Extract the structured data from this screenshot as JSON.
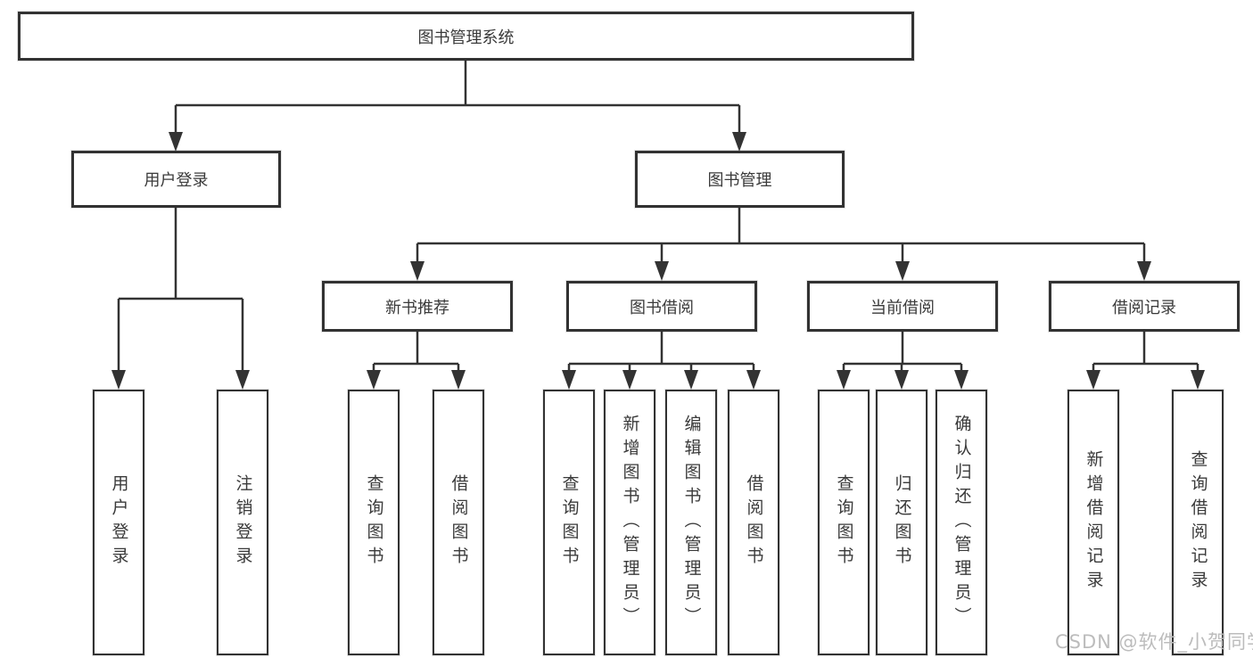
{
  "diagram": {
    "tree": {
      "label": "图书管理系统",
      "children": [
        {
          "label": "用户登录",
          "children": [
            {
              "label": "用户登录"
            },
            {
              "label": "注销登录"
            }
          ]
        },
        {
          "label": "图书管理",
          "children": [
            {
              "label": "新书推荐",
              "children": [
                {
                  "label": "查询图书"
                },
                {
                  "label": "借阅图书"
                }
              ]
            },
            {
              "label": "图书借阅",
              "children": [
                {
                  "label": "查询图书"
                },
                {
                  "label": "新增图书（管理员）"
                },
                {
                  "label": "编辑图书（管理员）"
                },
                {
                  "label": "借阅图书"
                }
              ]
            },
            {
              "label": "当前借阅",
              "children": [
                {
                  "label": "查询图书"
                },
                {
                  "label": "归还图书"
                },
                {
                  "label": "确认归还（管理员）"
                }
              ]
            },
            {
              "label": "借阅记录",
              "children": [
                {
                  "label": "新增借阅记录"
                },
                {
                  "label": "查询借阅记录"
                }
              ]
            }
          ]
        }
      ]
    },
    "colors": {
      "line": "#333333",
      "box_border": "#323232",
      "text": "#3a3a3a",
      "watermark": "#bcbcbc",
      "background": "#ffffff"
    }
  },
  "watermark": {
    "text": "CSDN @软件_小贺同学"
  }
}
